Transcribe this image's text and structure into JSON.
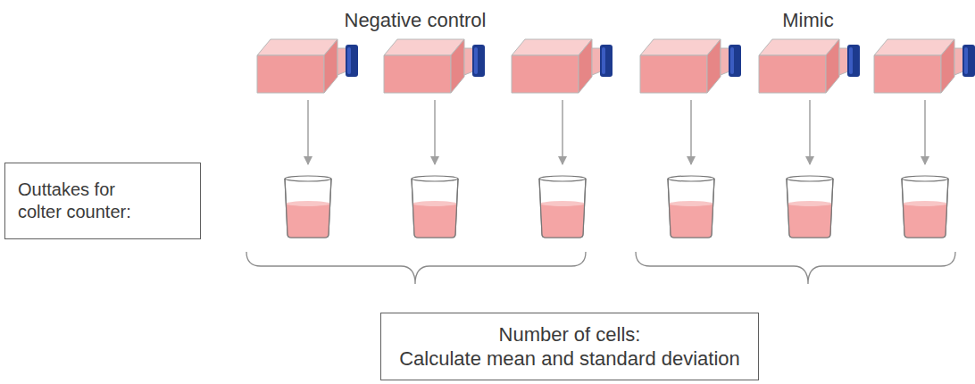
{
  "diagram": {
    "nodes": [
      {
        "text": [
          "Outtakes for colter counter:"
        ]
      },
      {
        "text": [
          "Number of cells:",
          "Calculate mean and standard deviation"
        ]
      }
    ],
    "labels": [
      "Negative control",
      "Mimic"
    ]
  }
}
